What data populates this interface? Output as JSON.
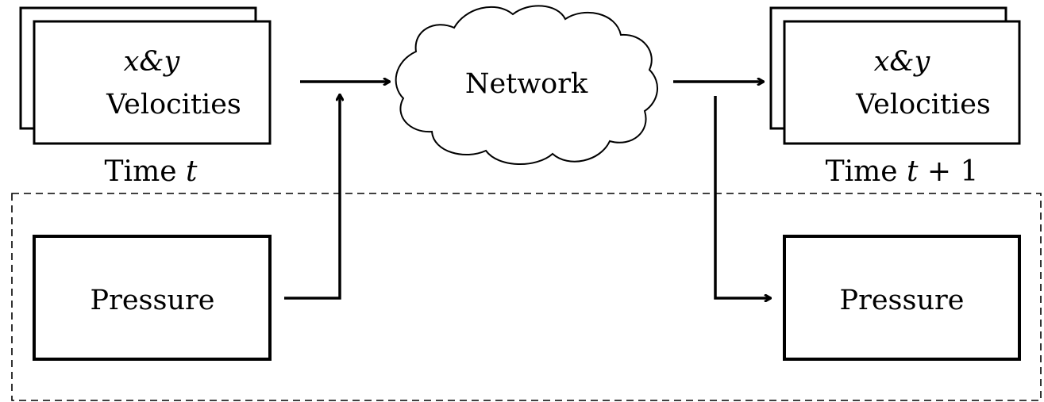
{
  "colors": {
    "stroke": "#000000",
    "pressure_border": "#f26a6a",
    "pressure_fill": "#fdf8f8",
    "background": "#ffffff"
  },
  "input_velocities": {
    "line1": "x&y",
    "line2": "Velocities",
    "caption_prefix": "Time ",
    "caption_var": "t"
  },
  "network": {
    "label": "Network"
  },
  "output_velocities": {
    "line1": "x&y",
    "line2": "Velocities",
    "caption_prefix": "Time ",
    "caption_var": "t",
    "caption_suffix": " + 1"
  },
  "input_pressure": {
    "label": "Pressure"
  },
  "output_pressure": {
    "label": "Pressure"
  }
}
